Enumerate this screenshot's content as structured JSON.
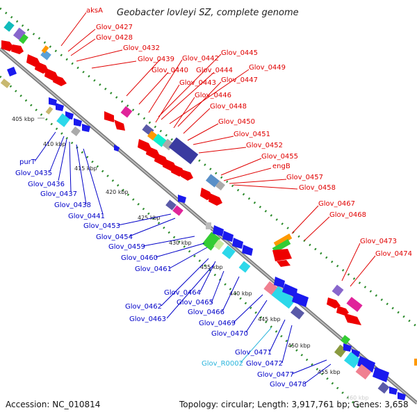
{
  "title": "Geobacter lovleyi SZ, complete genome",
  "footer": {
    "accession": "Accession: NC_010814",
    "stats": "Topology: circular; Length: 3,917,761 bp; Genes: 3,658"
  },
  "kbp_ticks": [
    "405 kbp",
    "410 kbp",
    "415 kbp",
    "420 kbp",
    "425 kbp",
    "430 kbp",
    "435 kbp",
    "440 kbp",
    "445 kbp",
    "450 kbp",
    "455 kbp",
    "460 kbp"
  ],
  "forward_labels": [
    "aksA",
    "Glov_0427",
    "Glov_0428",
    "Glov_0432",
    "Glov_0439",
    "Glov_0440",
    "Glov_0442",
    "Glov_0445",
    "Glov_0444",
    "Glov_0449",
    "Glov_0443",
    "Glov_0447",
    "Glov_0446",
    "Glov_0448",
    "Glov_0450",
    "Glov_0451",
    "Glov_0452",
    "Glov_0455",
    "engB",
    "Glov_0457",
    "Glov_0458",
    "Glov_0467",
    "Glov_0468",
    "Glov_0473",
    "Glov_0474"
  ],
  "reverse_labels": [
    "purT",
    "Glov_0435",
    "Glov_0436",
    "Glov_0437",
    "Glov_0438",
    "Glov_0441",
    "Glov_0453",
    "Glov_0454",
    "Glov_0459",
    "Glov_0460",
    "Glov_0461",
    "Glov_0464",
    "Glov_0462",
    "Glov_0465",
    "Glov_0463",
    "Glov_0466",
    "Glov_0469",
    "Glov_0470",
    "Glov_0471",
    "Glov_0472",
    "Glov_0477",
    "Glov_0478"
  ],
  "rna_labels": [
    "Glov_R0002"
  ],
  "colors": {
    "forward": "#ee1111",
    "reverse": "#1a1aee",
    "rna": "#28b4dc",
    "backbone": "#8a8a8a",
    "dots": "#2a8a2a"
  }
}
